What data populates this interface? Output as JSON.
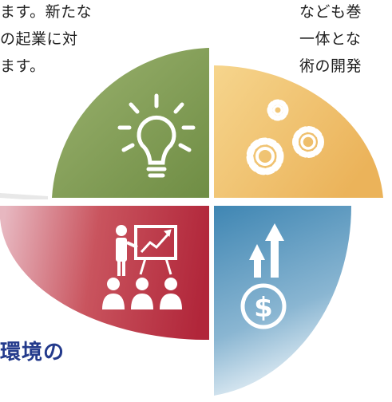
{
  "left_text": {
    "lines": [
      "ます。新たな",
      "の起業に対",
      "ます。"
    ]
  },
  "right_text": {
    "lines": [
      "なども巻",
      "一体とな",
      "術の開発"
    ]
  },
  "heading": {
    "lines": [
      "環境の",
      ""
    ]
  },
  "colors": {
    "green_quadrant": "#7c9a4e",
    "orange_quadrant": "#f0c77a",
    "red_quadrant": "#b8333e",
    "blue_quadrant": "#4d8fb8",
    "heading": "#233a8c",
    "icon": "#ffffff"
  },
  "icons": {
    "top_left": "lightbulb-icon",
    "top_right": "gears-icon",
    "bottom_left": "presentation-icon",
    "bottom_right": "dollar-growth-icon"
  }
}
